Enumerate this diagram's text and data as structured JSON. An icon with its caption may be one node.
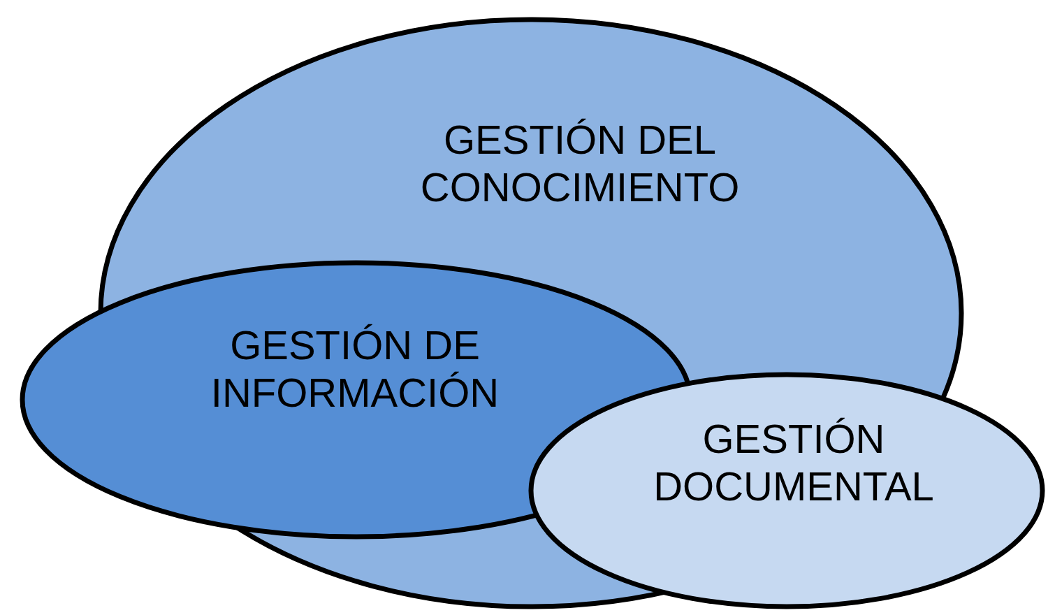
{
  "diagram": {
    "nodes": [
      {
        "text": [
          "GESTIÓN DEL CONOCIMIENTO"
        ]
      },
      {
        "text": [
          "GESTIÓN DE INFORMACIÓN"
        ]
      },
      {
        "text": [
          "GESTIÓN DOCUMENTAL"
        ]
      }
    ]
  }
}
